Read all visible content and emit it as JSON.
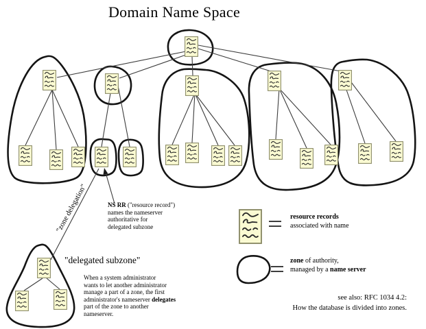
{
  "title": "Domain Name Space",
  "annotations": {
    "ns_rr": {
      "bold": "NS RR",
      "line1_rest": " (\"resource record\")",
      "line2": "names the nameserver",
      "line3": "authoritative for",
      "line4": "delegated subzone"
    },
    "zone_delegation": "\"zone delegation\"",
    "delegated_subzone": "\"delegated subzone\"",
    "paragraph": {
      "line1": "When a system administrator",
      "line2": "wants to let another administrator",
      "line3": "manage a part of a zone, the first",
      "line4_normal": "administrator's nameserver ",
      "line4_bold": "delegates",
      "line5": "part of the zone to another",
      "line6": "nameserver."
    },
    "see_also_line1": "see also: RFC 1034 4.2:",
    "see_also_line2": "How the database is divided into zones."
  },
  "legend": {
    "resource_records": {
      "term": "resource records",
      "desc": "associated with name"
    },
    "zone": {
      "bold1": "zone",
      "rest1": " of authority,",
      "rest2": "managed by a ",
      "bold2": "name server"
    }
  },
  "colors": {
    "note_fill": "#FAFAD2",
    "note_border": "#8A8A66",
    "zone_outline": "#141414",
    "edge": "#3C3C3C",
    "text": "#000000"
  },
  "structure": {
    "root_zone_nodes": 1,
    "zones": [
      {
        "name": "left-zone",
        "nodes": 4
      },
      {
        "name": "middle-small-zone",
        "nodes": 1
      },
      {
        "name": "small-zone-delegating",
        "nodes": 1
      },
      {
        "name": "small-zone-sibling",
        "nodes": 1
      },
      {
        "name": "center-zone",
        "nodes": 5
      },
      {
        "name": "right-zone-1",
        "nodes": 4
      },
      {
        "name": "right-zone-2",
        "nodes": 3
      },
      {
        "name": "delegated-subzone",
        "nodes": 3
      }
    ]
  }
}
